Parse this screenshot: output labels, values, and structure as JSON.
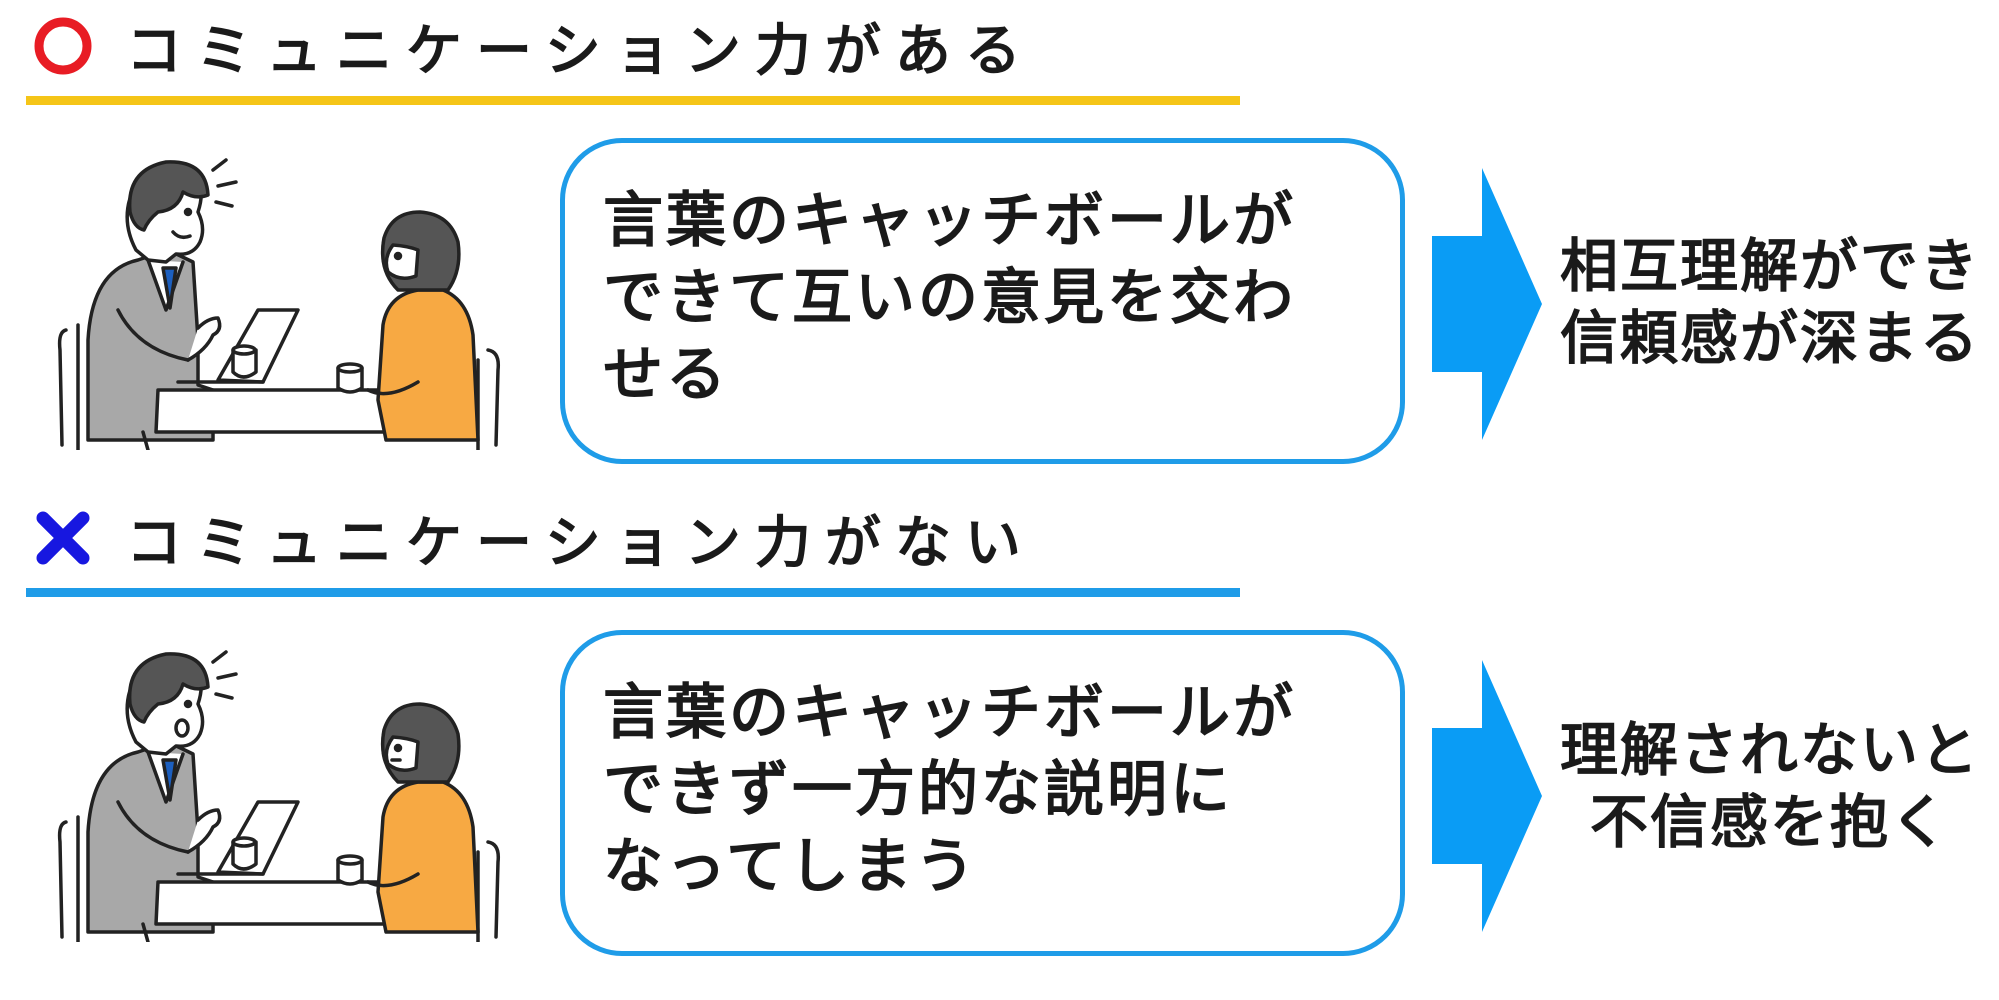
{
  "colors": {
    "good_mark": "#e81c24",
    "good_line": "#f5c518",
    "bad_mark": "#1717e0",
    "bad_line": "#1f9ce8",
    "bubble_border": "#1f9ce8",
    "arrow": "#0a9cf5",
    "woman_top": "#f7a943",
    "man_suit": "#a8a8a8",
    "man_tie": "#1c5fbf"
  },
  "good": {
    "mark_icon": "red-circle-icon",
    "heading": "コミュニケーション力がある",
    "bubble_lines": [
      "言葉のキャッチボールが",
      "できて互いの意見を交わ",
      "せる"
    ],
    "result_lines": [
      "相互理解ができ",
      "信頼感が深まる"
    ]
  },
  "bad": {
    "mark_icon": "blue-cross-icon",
    "heading": "コミュニケーション力がない",
    "bubble_lines": [
      "言葉のキャッチボールが",
      "できず一方的な説明に",
      "なってしまう"
    ],
    "result_lines": [
      "理解されないと",
      "不信感を抱く"
    ]
  }
}
